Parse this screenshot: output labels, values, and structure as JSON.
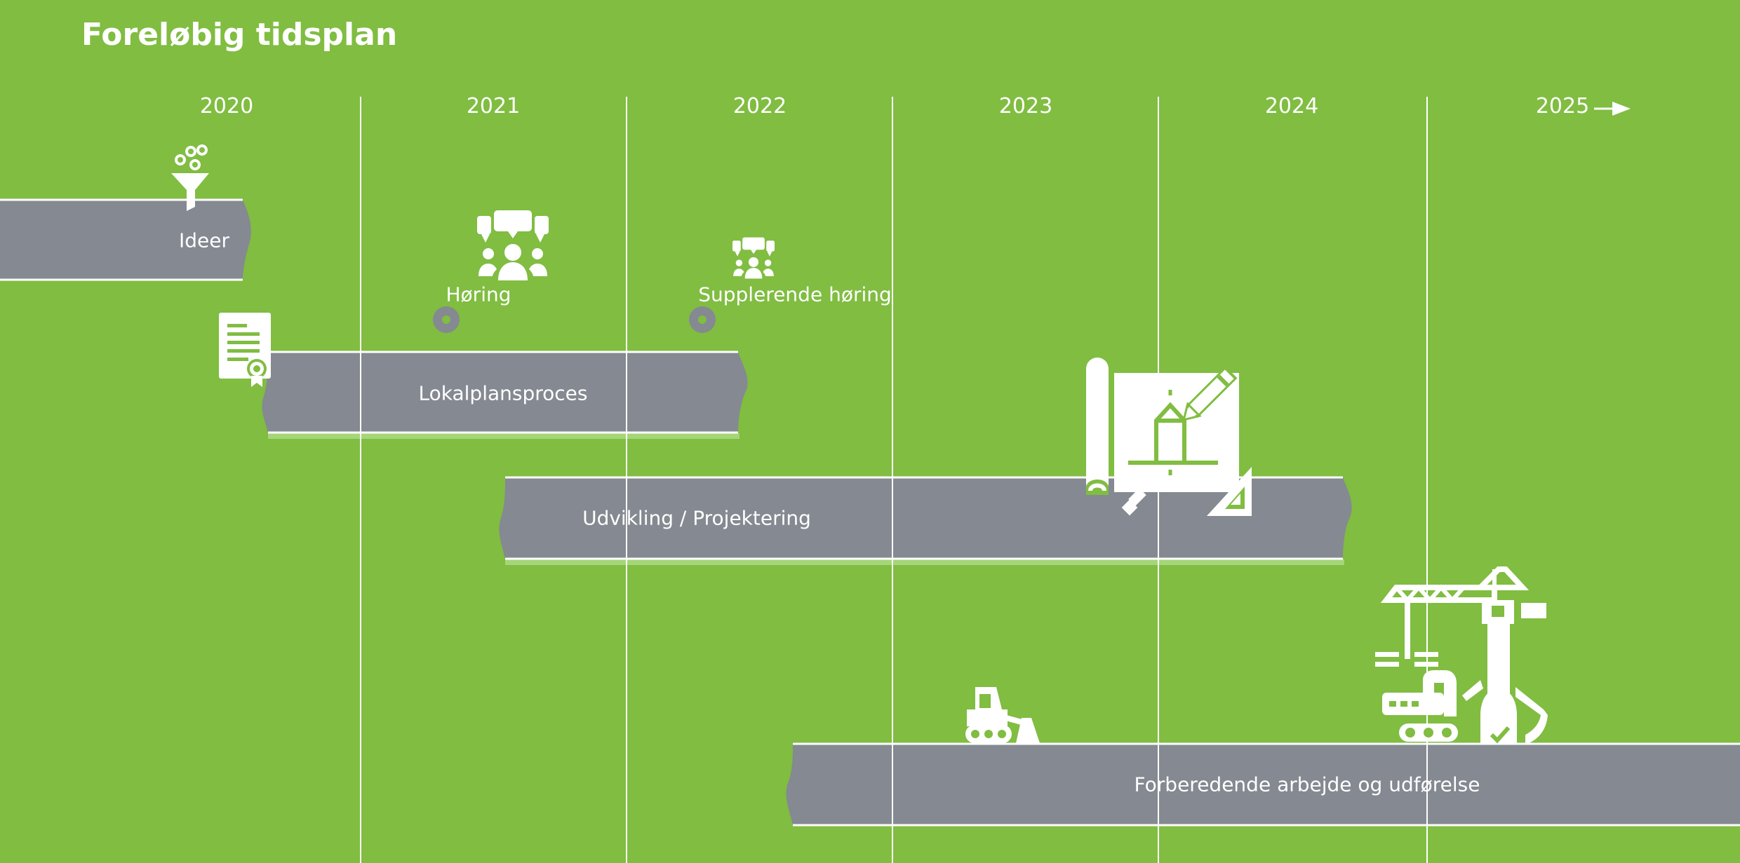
{
  "title": "Foreløbig tidsplan",
  "years": [
    "2020",
    "2021",
    "2022",
    "2023",
    "2024",
    "2025"
  ],
  "bars": {
    "ideer": "Ideer",
    "lokalplan": "Lokalplansproces",
    "udvikling": "Udvikling / Projektering",
    "forberedende": "Forberedende arbejde og udførelse"
  },
  "milestones": {
    "horing": "Høring",
    "supplerende": "Supplerende høring"
  },
  "icons": [
    "funnel-icon",
    "certificate-icon",
    "group-discussion-icon",
    "small-group-discussion-icon",
    "blueprint-icon",
    "bulldozer-icon",
    "construction-crane-icon"
  ],
  "colors": {
    "background": "#80bd41",
    "bar": "#858991",
    "accent": "#ffffff"
  }
}
